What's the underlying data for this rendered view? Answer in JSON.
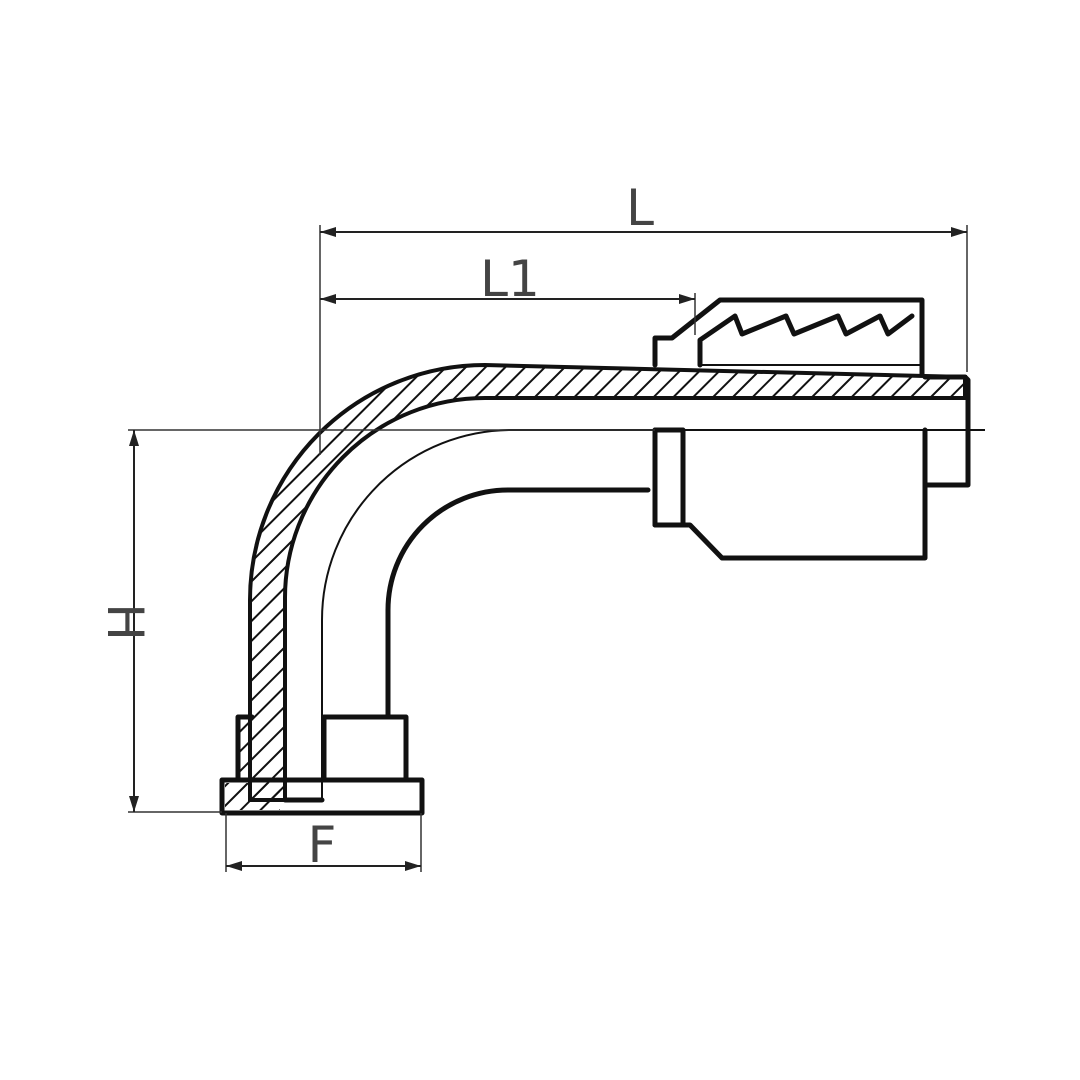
{
  "drawing": {
    "dimensions": {
      "L": "L",
      "L1": "L1",
      "H": "H",
      "F": "F"
    },
    "colors": {
      "line": "#111111",
      "background": "#ffffff"
    }
  }
}
